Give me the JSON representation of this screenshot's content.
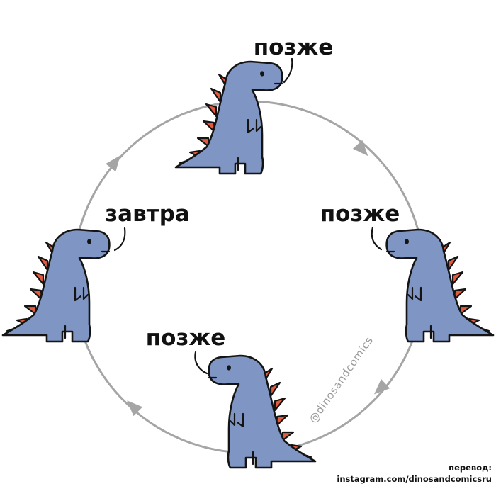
{
  "comic": {
    "speech": {
      "top": "позже",
      "right": "позже",
      "bottom": "позже",
      "left": "завтра"
    },
    "handle": "@dinosandcomics",
    "credit": {
      "line1": "перевод:",
      "line2": "instagram.com/dinosandcomicsru"
    }
  },
  "colors": {
    "dino_body": "#7f95c3",
    "dino_spikes": "#e35a3d",
    "outline": "#141414",
    "cycle_line": "#a5a5a5"
  },
  "icons": {
    "dinosaur": "dinosaur-icon",
    "arrow": "arrowhead-icon"
  }
}
